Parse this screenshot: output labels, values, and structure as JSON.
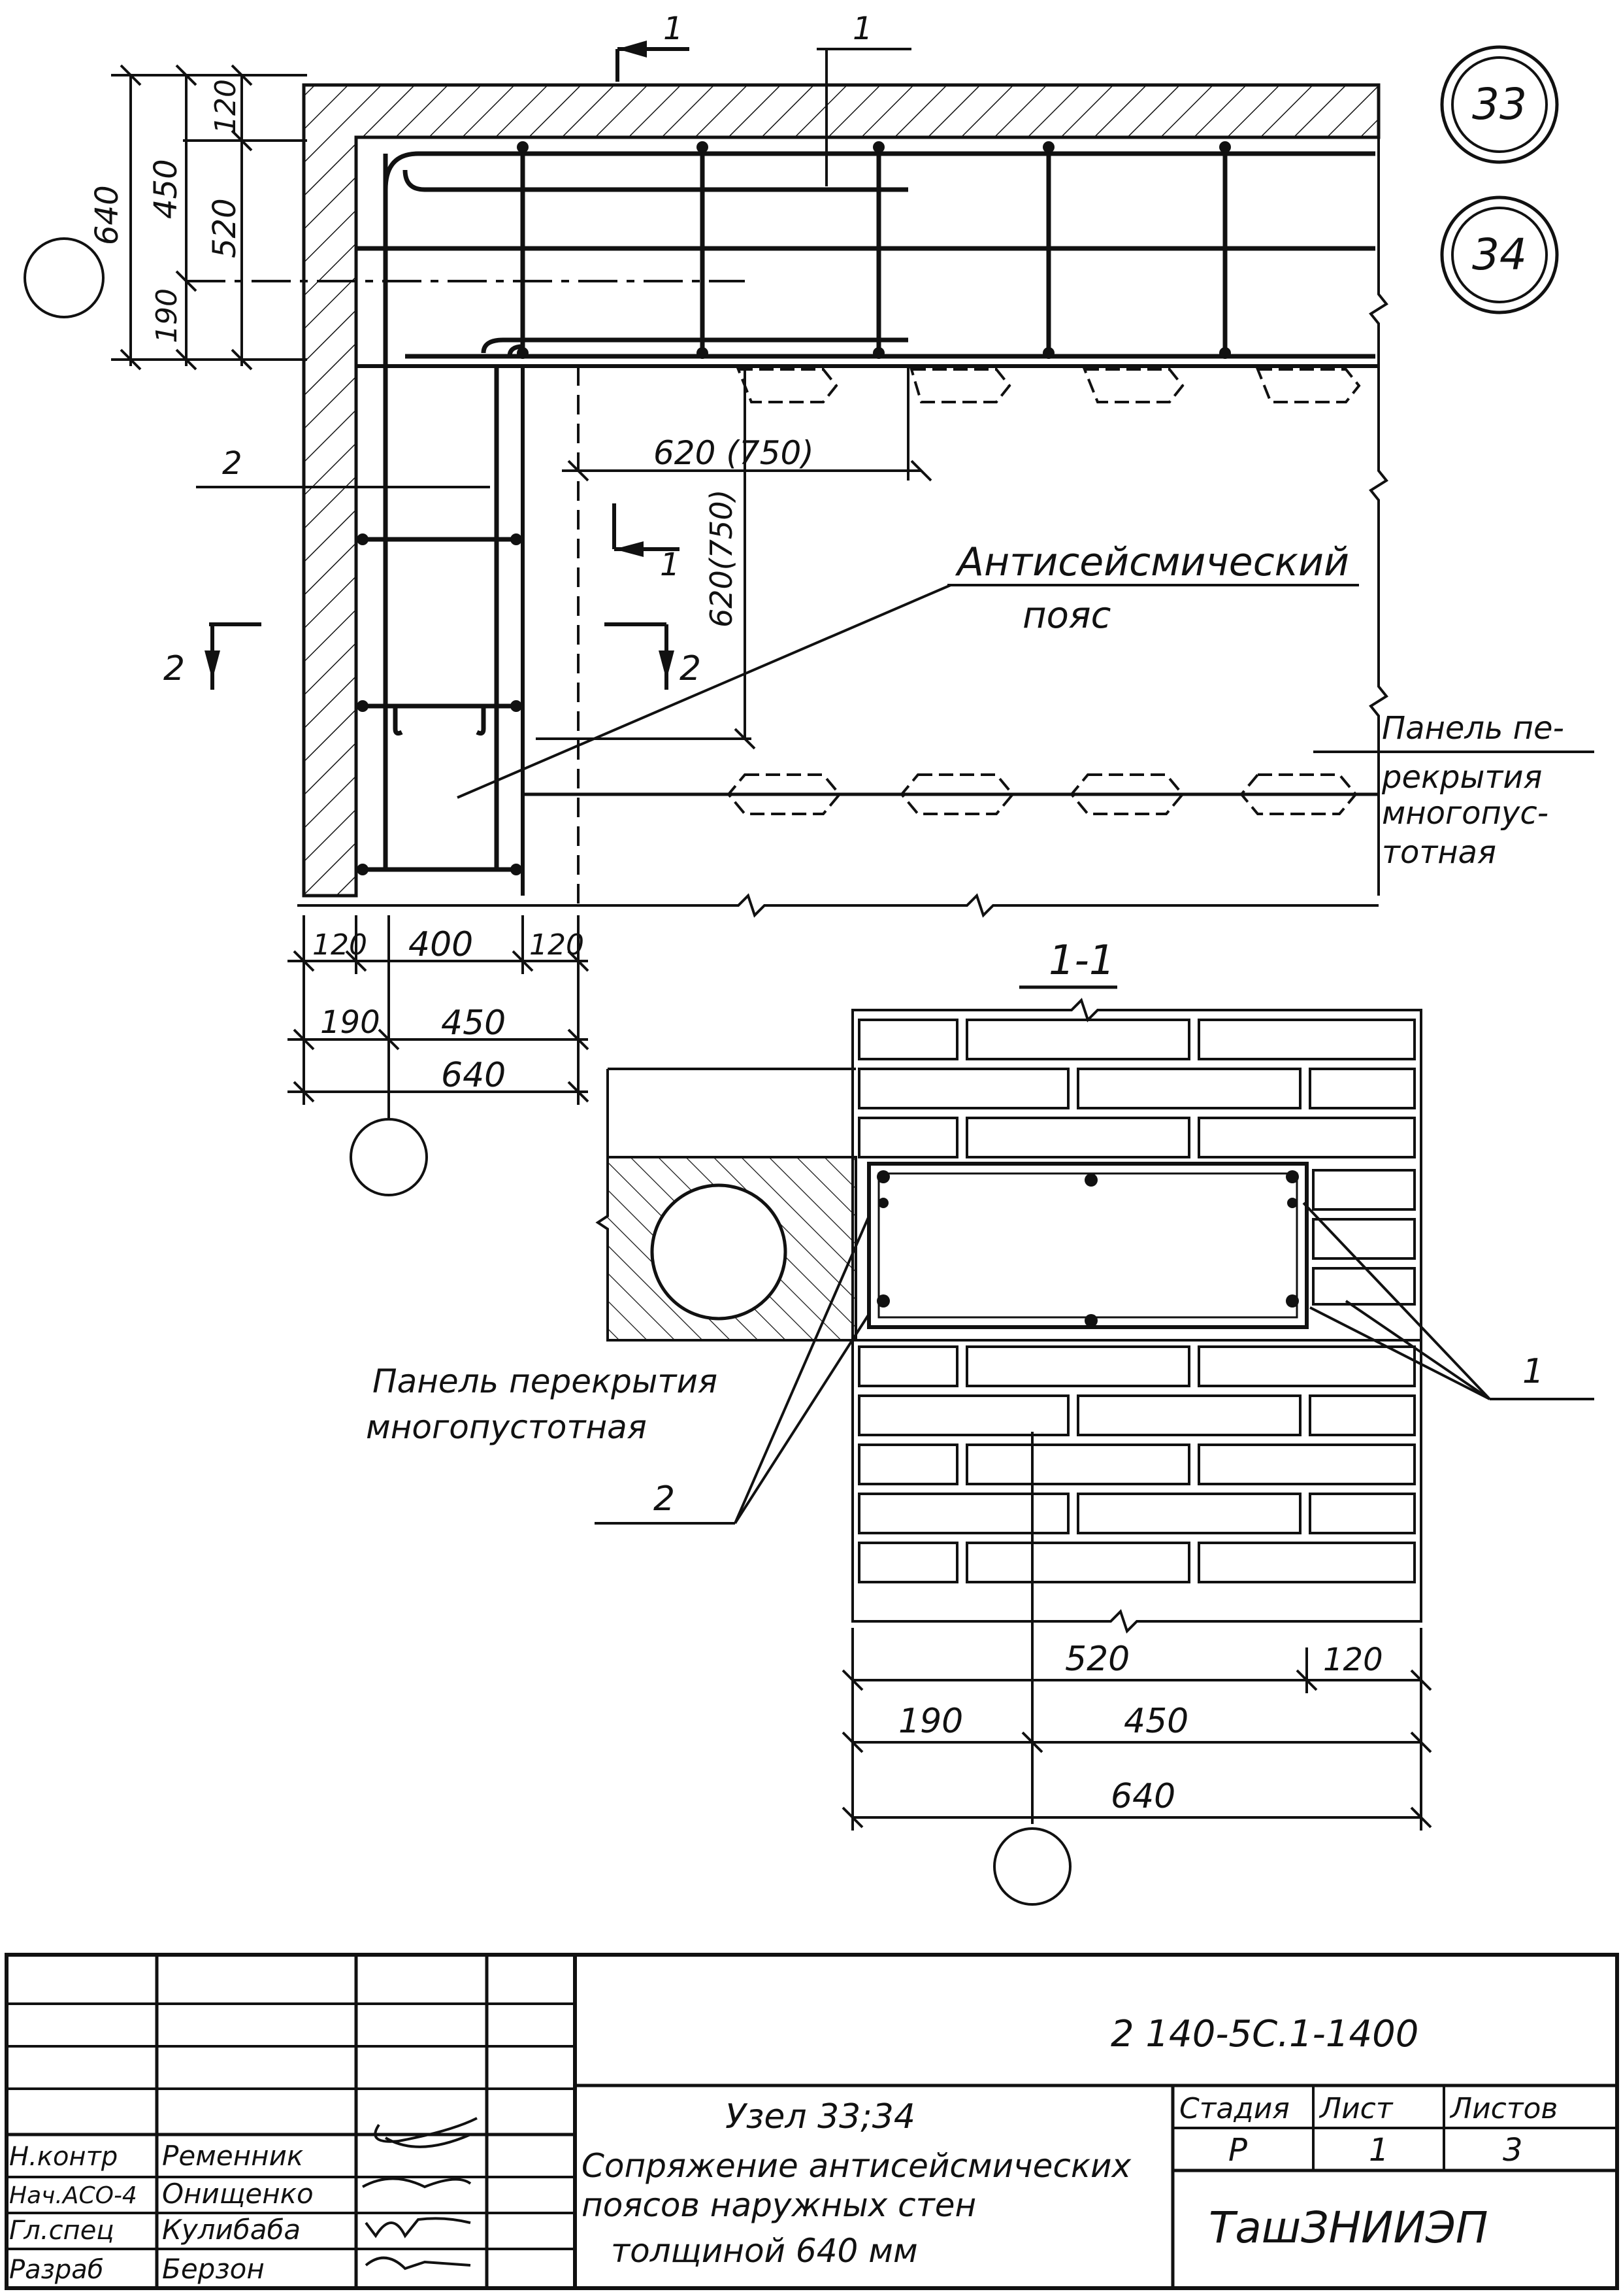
{
  "nodes": {
    "node_a": "33",
    "node_b": "34"
  },
  "plan": {
    "section_mark": "1",
    "section_mark_2": "2",
    "dims_left": {
      "total": "640",
      "top": "120",
      "mid": "450",
      "inner": "520",
      "bottom": "190"
    },
    "dims_bottom": {
      "left": "120",
      "mid": "400",
      "right": "120",
      "row2_left": "190",
      "row2_right": "450",
      "total": "640"
    },
    "anchor_pitch_h": "620 (750)",
    "anchor_pitch_v": "620(750)",
    "callout_1": "1",
    "callout_2": "2",
    "belt_label": "Антисейсмический",
    "belt_label_2": "пояс",
    "panel_label": [
      "Панель пе-",
      "рекрытия",
      "многопус-",
      "тотная"
    ]
  },
  "section": {
    "title": "1-1",
    "panel_label": [
      "Панель перекрытия",
      "многопустотная"
    ],
    "callout_1": "1",
    "callout_2": "2",
    "dims": {
      "top_left": "520",
      "top_right": "120",
      "mid_left": "190",
      "mid_right": "450",
      "total": "640"
    }
  },
  "title_block": {
    "doc_code": "2 140-5С.1-1400",
    "title": [
      "Узел 33;34",
      "Сопряжение антисейсмических",
      "поясов наружных стен",
      "толщиной 640 мм"
    ],
    "stage_header": "Стадия",
    "sheet_header": "Лист",
    "sheets_header": "Листов",
    "stage": "Р",
    "sheet": "1",
    "sheets": "3",
    "org": "ТашЗНИИЭП",
    "roles": [
      {
        "role": "Н.контр",
        "name": "Ременник"
      },
      {
        "role": "Нач.АСО-4",
        "name": "Онищенко"
      },
      {
        "role": "Гл.спец",
        "name": "Кулибаба"
      },
      {
        "role": "Разраб",
        "name": "Берзон"
      }
    ]
  }
}
